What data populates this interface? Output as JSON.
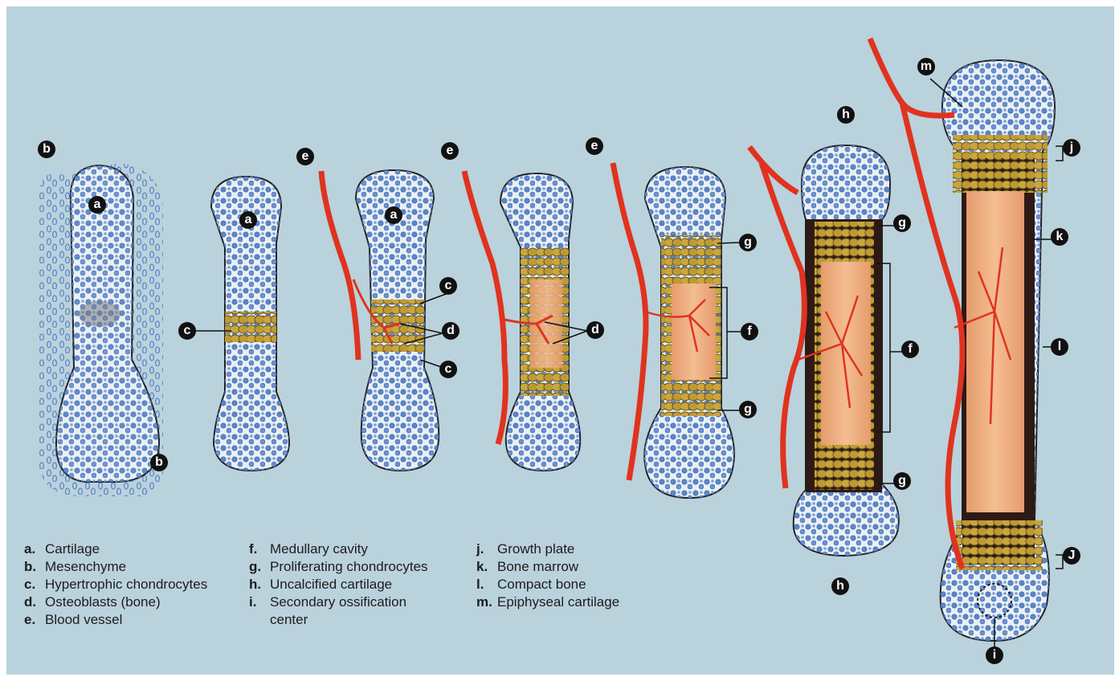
{
  "markers": [
    {
      "id": "b-top",
      "letter": "b"
    },
    {
      "id": "b-bottom",
      "letter": "b"
    },
    {
      "id": "a-1",
      "letter": "a"
    },
    {
      "id": "a-2",
      "letter": "a"
    },
    {
      "id": "a-3",
      "letter": "a"
    },
    {
      "id": "c-2",
      "letter": "c"
    },
    {
      "id": "c-3-top",
      "letter": "c"
    },
    {
      "id": "c-3-bottom",
      "letter": "c"
    },
    {
      "id": "d-3",
      "letter": "d"
    },
    {
      "id": "d-4",
      "letter": "d"
    },
    {
      "id": "e-3",
      "letter": "e"
    },
    {
      "id": "e-4",
      "letter": "e"
    },
    {
      "id": "e-5",
      "letter": "e"
    },
    {
      "id": "g-5-top",
      "letter": "g"
    },
    {
      "id": "f-5",
      "letter": "f"
    },
    {
      "id": "g-5-bottom",
      "letter": "g"
    },
    {
      "id": "h-6-top",
      "letter": "h"
    },
    {
      "id": "g-6-top",
      "letter": "g"
    },
    {
      "id": "f-6",
      "letter": "f"
    },
    {
      "id": "g-6-bottom",
      "letter": "g"
    },
    {
      "id": "h-6-bottom",
      "letter": "h"
    },
    {
      "id": "m-7",
      "letter": "m"
    },
    {
      "id": "j-7-top",
      "letter": "j"
    },
    {
      "id": "k-7",
      "letter": "k"
    },
    {
      "id": "l-7",
      "letter": "l"
    },
    {
      "id": "j-7-bottom",
      "letter": "J"
    },
    {
      "id": "i-7",
      "letter": "i"
    }
  ],
  "legend": [
    {
      "key": "a.",
      "label": "Cartilage"
    },
    {
      "key": "b.",
      "label": "Mesenchyme"
    },
    {
      "key": "c.",
      "label": "Hypertrophic chondrocytes"
    },
    {
      "key": "d.",
      "label": "Osteoblasts (bone)"
    },
    {
      "key": "e.",
      "label": "Blood vessel"
    },
    {
      "key": "f.",
      "label": "Medullary cavity"
    },
    {
      "key": "g.",
      "label": "Proliferating chondrocytes"
    },
    {
      "key": "h.",
      "label": "Uncalcified cartilage"
    },
    {
      "key": "i.",
      "label": "Secondary ossification",
      "label2": "center"
    },
    {
      "key": "j.",
      "label": "Growth plate"
    },
    {
      "key": "k.",
      "label": "Bone marrow"
    },
    {
      "key": "l.",
      "label": "Compact bone"
    },
    {
      "key": "m.",
      "label": "Epiphyseal cartilage"
    }
  ],
  "colors": {
    "background": "#bad2dc",
    "cartilage": "#e9f0f3",
    "cell_blue": "#5b86cc",
    "chondrocyte": "#c7a33c",
    "vessel": "#e0331f",
    "marrow": "#eeaa7d",
    "compact_bone": "#2e1a14"
  }
}
